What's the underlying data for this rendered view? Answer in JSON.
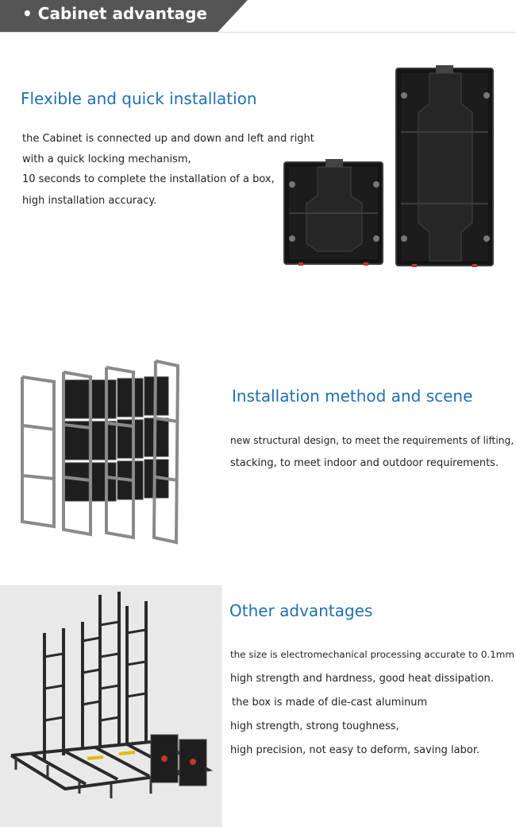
{
  "banner": {
    "bullet": "•",
    "title": "Cabinet advantage"
  },
  "section1": {
    "heading": "Flexible and quick installation",
    "lines": [
      "the Cabinet is connected up and down and left and right",
      "with a quick locking mechanism,",
      "10 seconds to complete the installation of a box,",
      "high installation accuracy."
    ]
  },
  "section2": {
    "heading": "Installation method and scene",
    "lines": [
      "new structural design, to meet the requirements of lifting,",
      "stacking, to meet indoor and outdoor requirements."
    ]
  },
  "section3": {
    "heading": "Other advantages",
    "lines": [
      "the size is electromechanical processing accurate to 0.1mm",
      "high strength and hardness, good heat dissipation.",
      "the box is made of die-cast aluminum",
      "high strength, strong toughness,",
      "high precision, not easy to deform, saving labor."
    ]
  },
  "colors": {
    "banner_bg": "#555555",
    "heading": "#1f6fb2",
    "body_text": "#222222"
  }
}
